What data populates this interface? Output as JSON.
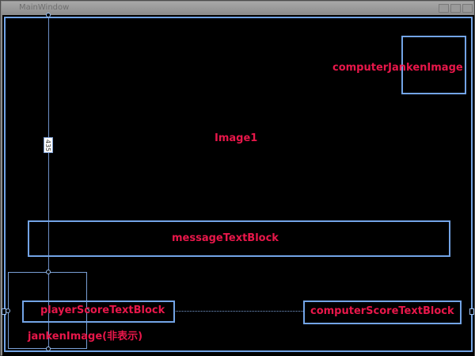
{
  "window": {
    "title": "MainWindow"
  },
  "designer": {
    "measure_value": "435",
    "labels": {
      "image1": "Image1",
      "computer_janken_image": "computerJankenImage",
      "message_text_block": "messageTextBlock",
      "player_score_text_block": "playerScoreTextBlock",
      "computer_score_text_block": "computerScoreTextBlock",
      "janken_image": "jankenImage(非表示)"
    }
  },
  "colors": {
    "canvas": "#000000",
    "outline": "#73a4e6",
    "label": "#e8174a"
  }
}
